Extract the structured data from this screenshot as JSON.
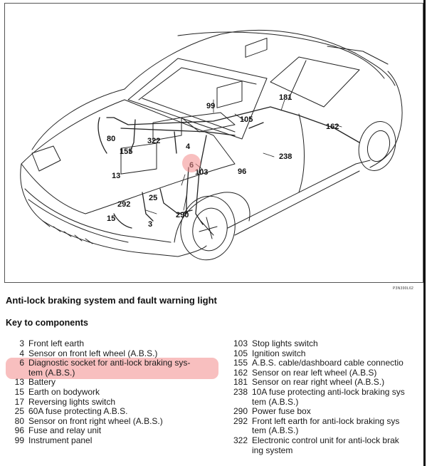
{
  "diagram": {
    "ref_code": "P3N390L62",
    "callouts": [
      {
        "id": "80",
        "label": "80"
      },
      {
        "id": "155",
        "label": "155"
      },
      {
        "id": "322",
        "label": "322"
      },
      {
        "id": "99",
        "label": "99"
      },
      {
        "id": "181",
        "label": "181"
      },
      {
        "id": "105",
        "label": "105"
      },
      {
        "id": "162",
        "label": "162"
      },
      {
        "id": "238",
        "label": "238"
      },
      {
        "id": "4",
        "label": "4"
      },
      {
        "id": "6",
        "label": "6"
      },
      {
        "id": "103",
        "label": "103"
      },
      {
        "id": "96",
        "label": "96"
      },
      {
        "id": "13",
        "label": "13"
      },
      {
        "id": "25",
        "label": "25"
      },
      {
        "id": "292",
        "label": "292"
      },
      {
        "id": "15",
        "label": "15"
      },
      {
        "id": "3",
        "label": "3"
      },
      {
        "id": "290",
        "label": "290"
      }
    ],
    "highlighted_component": "6"
  },
  "caption": {
    "title": "Anti-lock braking system and fault warning light",
    "key_title": "Key to components"
  },
  "key": {
    "left": [
      {
        "num": "3",
        "lines": [
          "Front left earth"
        ]
      },
      {
        "num": "4",
        "lines": [
          "Sensor on front left wheel (A.B.S.)"
        ]
      },
      {
        "num": "6",
        "lines": [
          "Diagnostic socket for anti-lock braking sys-",
          "tem (A.B.S.)"
        ],
        "highlighted": true
      },
      {
        "num": "13",
        "lines": [
          "Battery"
        ]
      },
      {
        "num": "15",
        "lines": [
          "Earth on bodywork"
        ]
      },
      {
        "num": "17",
        "lines": [
          "Reversing lights switch"
        ]
      },
      {
        "num": "25",
        "lines": [
          "60A fuse protecting A.B.S."
        ]
      },
      {
        "num": "80",
        "lines": [
          "Sensor on front right wheel (A.B.S.)"
        ]
      },
      {
        "num": "96",
        "lines": [
          "Fuse and relay unit"
        ]
      },
      {
        "num": "99",
        "lines": [
          "Instrument panel"
        ]
      }
    ],
    "right": [
      {
        "num": "103",
        "lines": [
          "Stop lights switch"
        ]
      },
      {
        "num": "105",
        "lines": [
          "Ignition switch"
        ]
      },
      {
        "num": "155",
        "lines": [
          "A.B.S. cable/dashboard cable connectio"
        ]
      },
      {
        "num": "162",
        "lines": [
          "Sensor on rear left wheel (A.B.S)"
        ]
      },
      {
        "num": "181",
        "lines": [
          "Sensor on rear right wheel (A.B.S.)"
        ]
      },
      {
        "num": "238",
        "lines": [
          "10A fuse protecting anti-lock braking sys",
          "tem (A.B.S.)"
        ]
      },
      {
        "num": "290",
        "lines": [
          "Power fuse box"
        ]
      },
      {
        "num": "292",
        "lines": [
          "Front left earth for anti-lock braking sys",
          "tem (A.B.S.)"
        ]
      },
      {
        "num": "322",
        "lines": [
          "Electronic control unit for anti-lock brak",
          "ing system"
        ]
      }
    ]
  },
  "colors": {
    "highlight": "#f28b8b",
    "highlight_alpha": 0.55,
    "ink": "#1a1a1a"
  }
}
